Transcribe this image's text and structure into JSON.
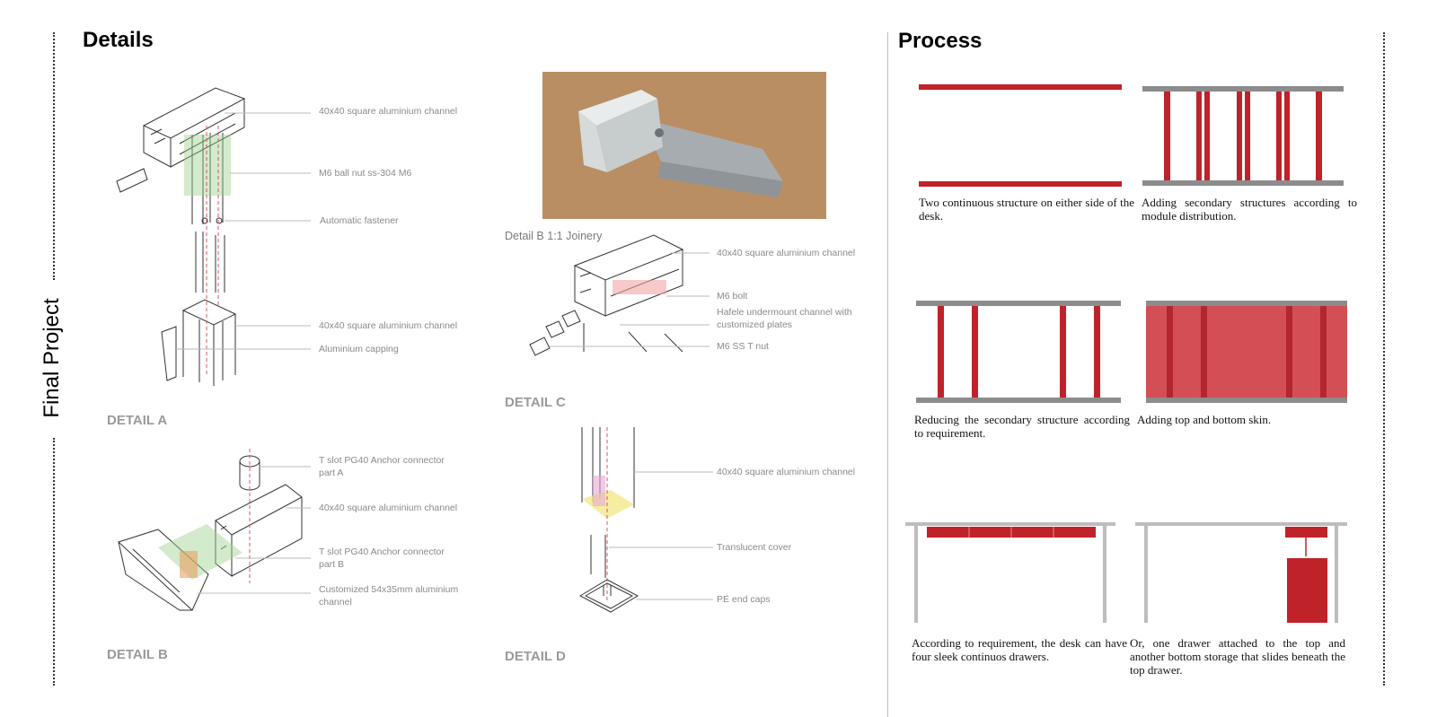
{
  "sidebar": {
    "title": "Final Project"
  },
  "details": {
    "heading": "Details",
    "detail_a": {
      "title": "DETAIL A",
      "labels": [
        "40x40 square aluminium channel",
        "M6 ball nut ss-304 M6",
        "Automatic fastener",
        "40x40 square aluminium channel",
        "Aluminium capping"
      ]
    },
    "detail_b": {
      "title": "DETAIL B",
      "labels": [
        "T slot PG40 Anchor connector part A",
        "40x40 square aluminium channel",
        "T slot PG40 Anchor connector part B",
        "Customized 54x35mm aluminium channel"
      ]
    },
    "detail_c": {
      "title": "DETAIL C",
      "photo_caption": "Detail B 1:1 Joinery",
      "labels": [
        "40x40 square aluminium channel",
        "M6 bolt",
        "Hafele undermount channel with customized plates",
        "M6 SS T nut"
      ]
    },
    "detail_d": {
      "title": "DETAIL D",
      "labels": [
        "40x40 square aluminium channel",
        "Translucent cover",
        "PE end caps"
      ]
    }
  },
  "process": {
    "heading": "Process",
    "steps": [
      {
        "caption": "Two continuous structure on either side of the desk."
      },
      {
        "caption": "Adding secondary structures according to module distribution."
      },
      {
        "caption": "Reducing the secondary structure according to requirement."
      },
      {
        "caption": "Adding top and bottom skin."
      },
      {
        "caption": "According to requirement, the desk can have four sleek continuos drawers."
      },
      {
        "caption": "Or, one drawer attached to the top and another bottom storage that slides beneath the top drawer."
      }
    ],
    "colors": {
      "red": "#c0222a",
      "grey": "#8c8c8c",
      "skin": "#d44f55",
      "leg": "#bdbdbd"
    }
  }
}
